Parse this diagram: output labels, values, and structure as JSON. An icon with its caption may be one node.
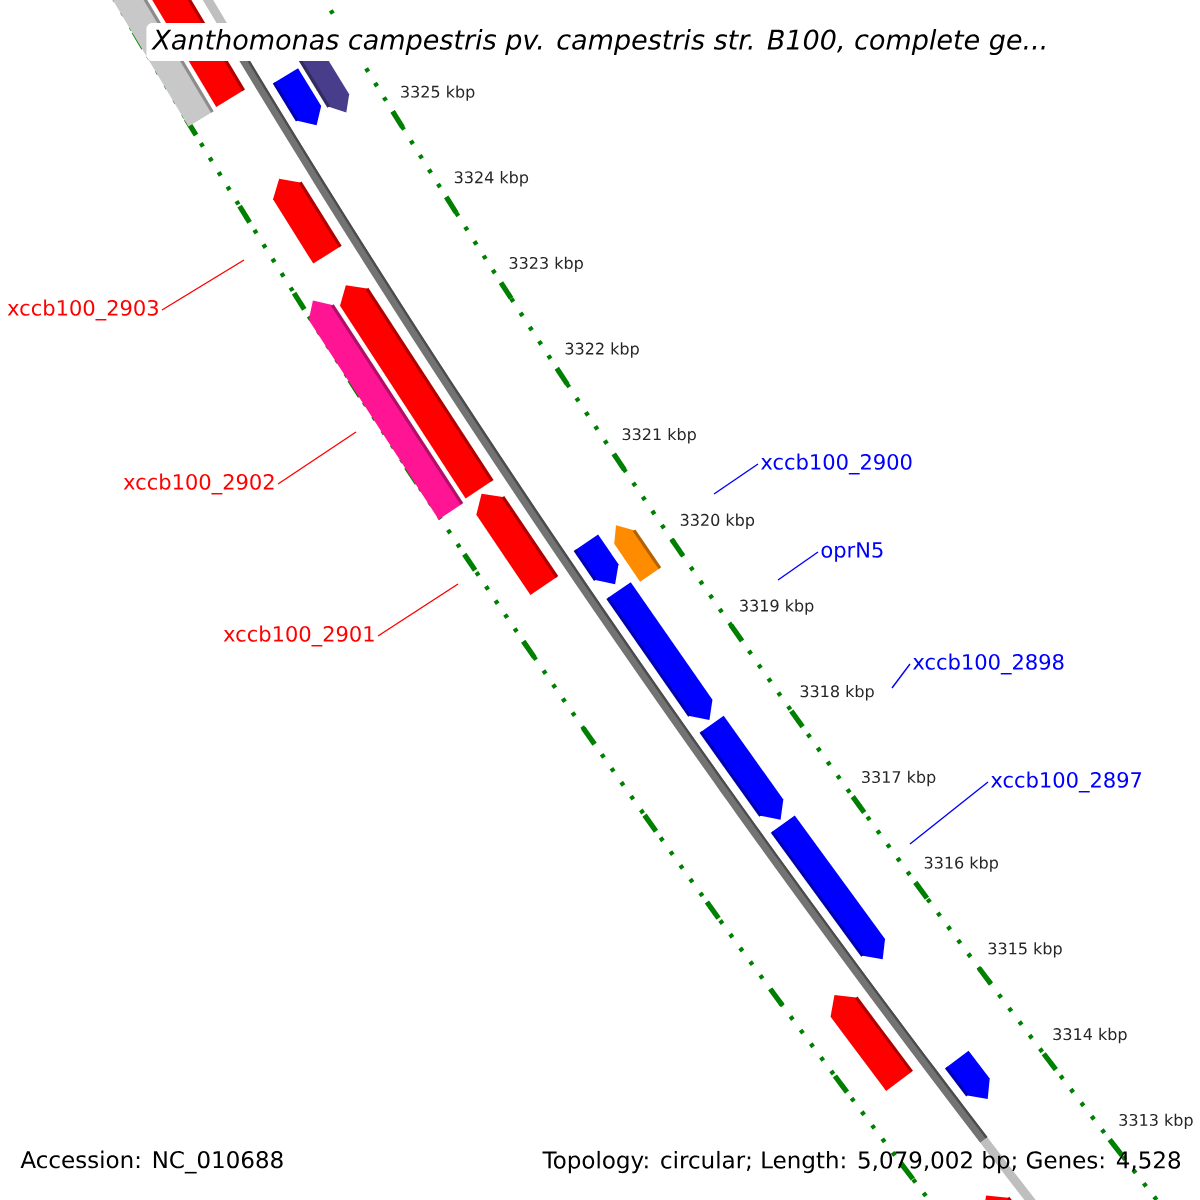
{
  "diagram": {
    "title": "Xanthomonas campestris pv. campestris str. B100, complete ge...",
    "nodes": [
      {
        "text": [
          "xccb100_2903"
        ]
      },
      {
        "text": [
          "xccb100_2902"
        ]
      },
      {
        "text": [
          "xccb100_2901"
        ]
      },
      {
        "text": [
          "xccb100_2900"
        ]
      },
      {
        "text": [
          "oprN5"
        ]
      },
      {
        "text": [
          "xccb100_2898"
        ]
      },
      {
        "text": [
          "xccb100_2897"
        ]
      }
    ],
    "edges": [
      {
        "from": 0,
        "to": null,
        "arrow": "none",
        "color": "#ff0000"
      },
      {
        "from": 1,
        "to": null,
        "arrow": "none",
        "color": "#ff0000"
      },
      {
        "from": 2,
        "to": null,
        "arrow": "none",
        "color": "#ff0000"
      },
      {
        "from": 3,
        "to": null,
        "arrow": "none"
      },
      {
        "from": 4,
        "to": null,
        "arrow": "none"
      },
      {
        "from": 5,
        "to": null,
        "arrow": "none"
      },
      {
        "from": 6,
        "to": null,
        "arrow": "none"
      }
    ],
    "labels": [
      "3325 kbp",
      "3324 kbp",
      "3323 kbp",
      "3322 kbp",
      "3321 kbp",
      "3320 kbp",
      "3319 kbp",
      "3318 kbp",
      "3317 kbp",
      "3316 kbp",
      "3315 kbp",
      "3314 kbp",
      "3313 kbp",
      "Accession: NC_010688",
      "Topology: circular; Length: 5,079,002 bp; Genes: 4,528"
    ]
  }
}
